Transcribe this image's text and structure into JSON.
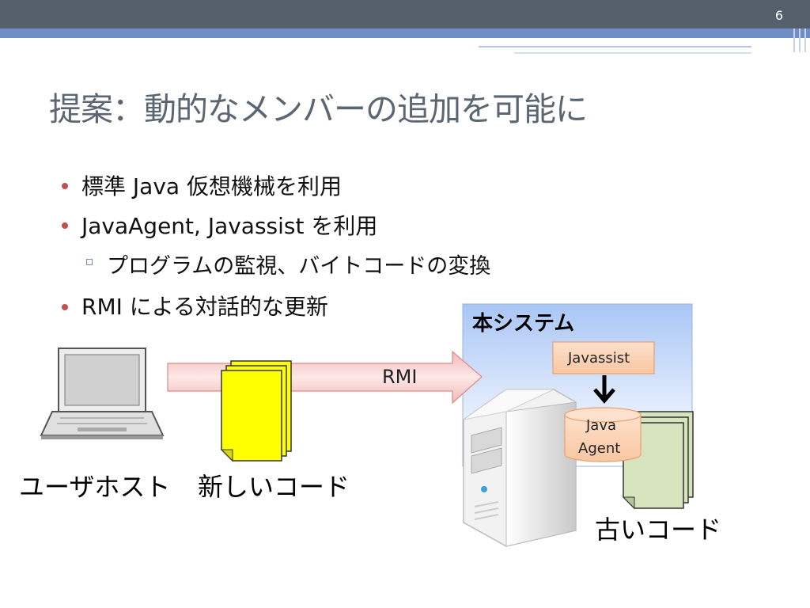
{
  "slide_number": "6",
  "title": "提案：動的なメンバーの追加を可能に",
  "bullets": [
    {
      "text": "標準 Java 仮想機械を利用"
    },
    {
      "text": "JavaAgent, Javassist を利用"
    },
    {
      "text": "RMI による対話的な更新"
    }
  ],
  "sub_bullets": [
    {
      "text": "プログラムの監視、バイトコードの変換"
    }
  ],
  "diagram": {
    "system_label": "本システム",
    "javassist_label": "Javassist",
    "agent_label_line1": "Java",
    "agent_label_line2": "Agent",
    "rmi_label": "RMI",
    "user_host_label": "ユーザホスト",
    "new_code_label": "新しいコード",
    "old_code_label": "古いコード"
  },
  "colors": {
    "header_dark": "#56606d",
    "header_blue": "#6f8ec8",
    "bullet": "#c0504d",
    "title": "#5b6673",
    "new_code": "#ffff00",
    "old_code": "#d7e4bd"
  }
}
